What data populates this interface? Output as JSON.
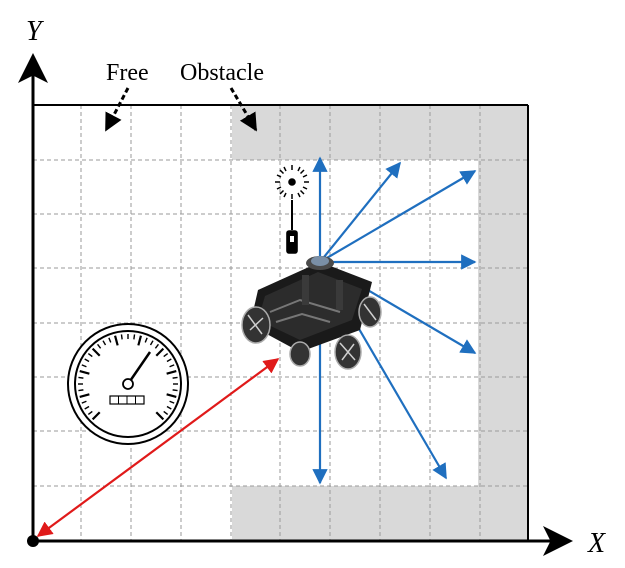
{
  "axes": {
    "x_label": "X",
    "y_label": "Y"
  },
  "labels": {
    "free": "Free",
    "obstacle": "Obstacle"
  },
  "colors": {
    "grid_line": "#9a9a9a",
    "obstacle_fill": "#d9d9d9",
    "scan_ray": "#1f6fbf",
    "distance_arrow": "#e01a1a",
    "axis": "#000000",
    "robot_body": "#1a1a1a"
  },
  "icons": {
    "odometer": "speedometer-icon",
    "sensor": "lidar-sensor-icon",
    "robot": "mecanum-robot-icon"
  },
  "grid": {
    "columns": 10,
    "rows": 8
  }
}
